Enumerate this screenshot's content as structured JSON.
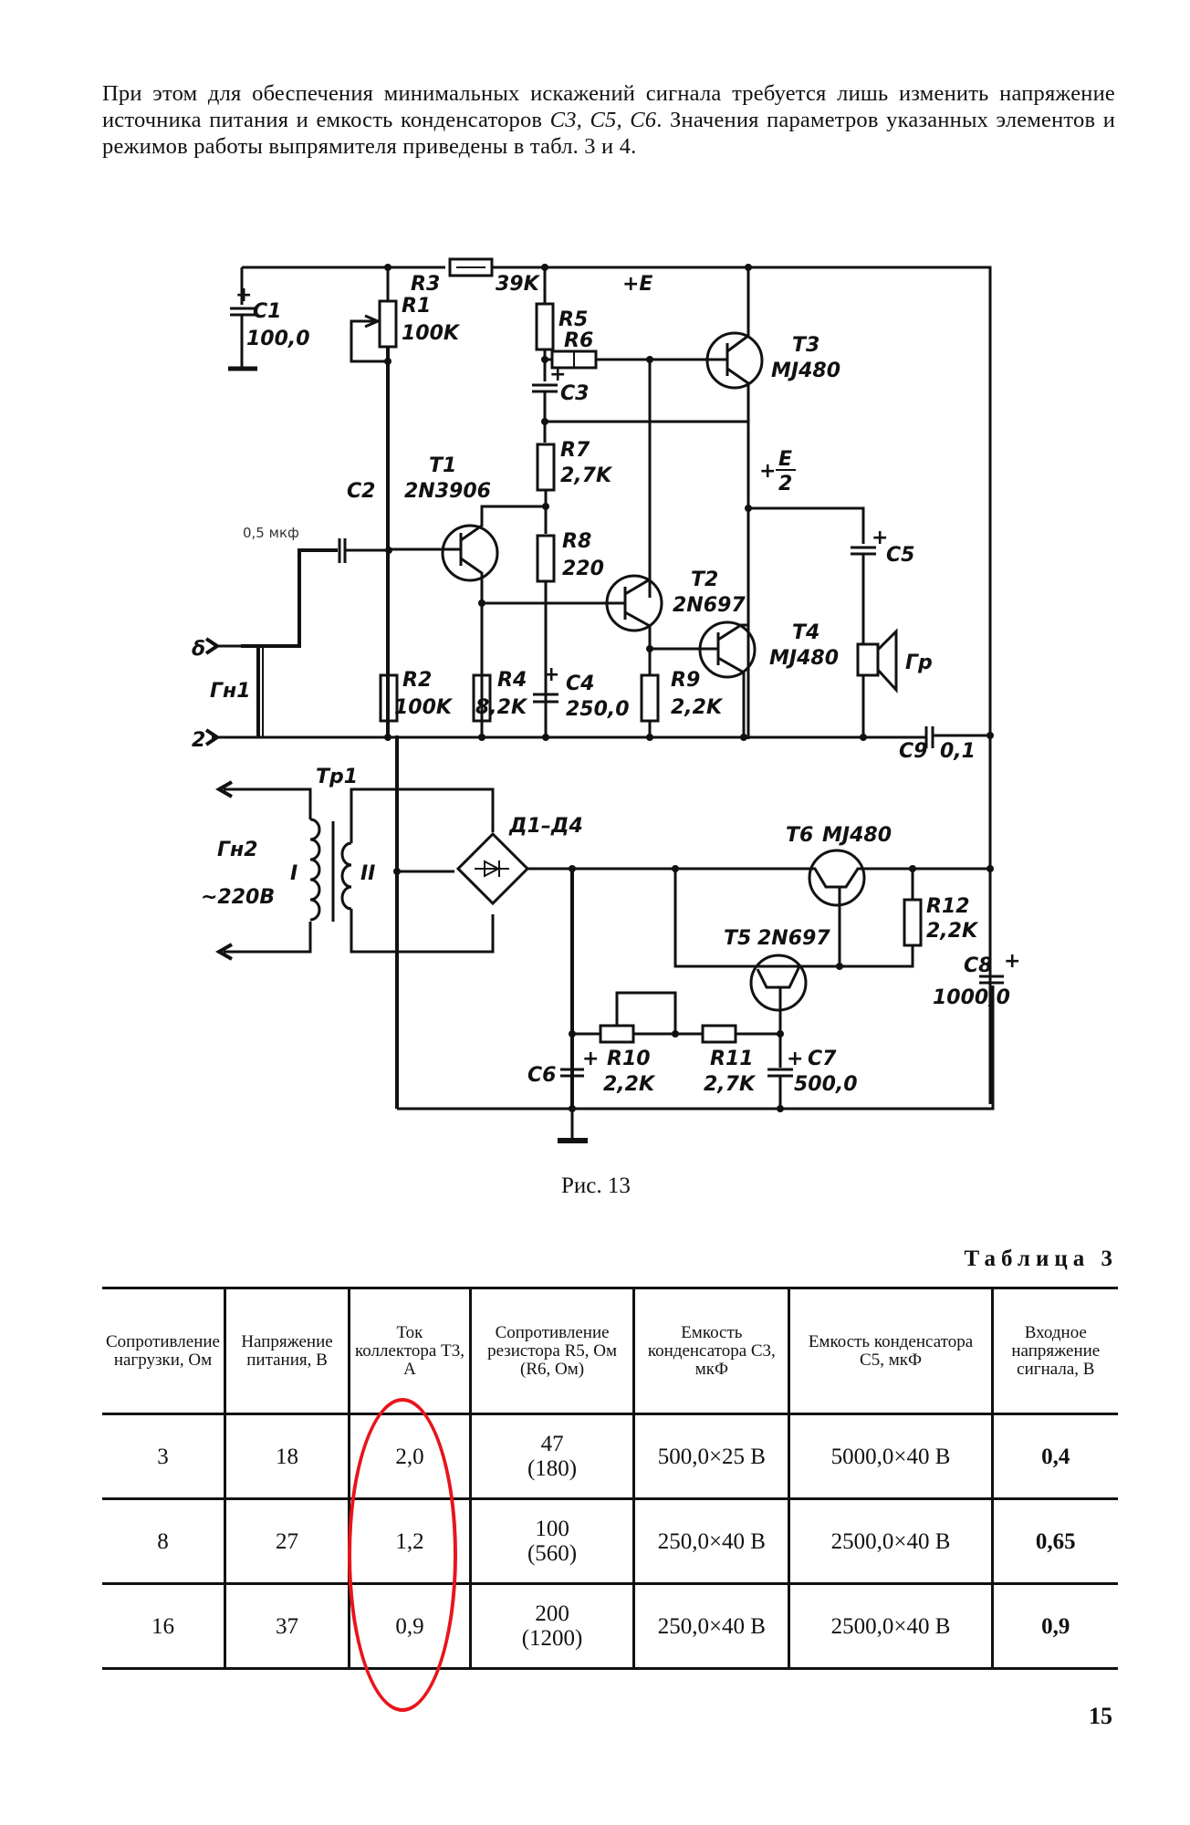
{
  "paragraph": {
    "text_before": "При этом для обеспечения минимальных искажений сигнала требуется лишь изменить напряжение источника питания и емкость конденсаторов ",
    "caps_italic": "C3, C5, C6",
    "text_after": ". Значения параметров указанных элементов и режимов работы выпрямителя приведены в табл. 3 и 4."
  },
  "schematic": {
    "labels": {
      "c1": "C1",
      "c1_val": "100,0",
      "r1": "R1",
      "r1_val": "100K",
      "r3": "R3",
      "r3_val": "39K",
      "plus_e": "+E",
      "r5": "R5",
      "r6": "R6",
      "c3": "C3",
      "t3": "T3",
      "t3_part": "MJ480",
      "r7": "R7",
      "r7_val": "2,7K",
      "t1": "T1",
      "t1_part": "2N3906",
      "c2": "C2",
      "c2_val": "0,5 мкф",
      "e_half_plus": "+",
      "e_half_num": "E",
      "e_half_den": "2",
      "r8": "R8",
      "r8_val": "220",
      "t2": "T2",
      "t2_part": "2N697",
      "c5": "C5",
      "t4": "T4",
      "t4_part": "MJ480",
      "speaker": "Гр",
      "input_term_1": "δ",
      "input_term_2": "2",
      "gn1": "Гн1",
      "r2": "R2",
      "r2_val": "100K",
      "r4": "R4",
      "r4_val": "8,2K",
      "c4": "C4",
      "c4_val": "250,0",
      "r9": "R9",
      "r9_val": "2,2K",
      "c9": "C9",
      "c9_val": "0,1",
      "tr1": "Тр1",
      "gn2": "Гн2",
      "mains": "~220В",
      "winding_1": "I",
      "winding_2": "II",
      "bridge": "Д1–Д4",
      "t6": "T6",
      "t6_part": "MJ480",
      "r12": "R12",
      "r12_val": "2,2K",
      "t5": "T5",
      "t5_part": "2N697",
      "c8": "C8",
      "c8_val": "1000,0",
      "c6": "C6",
      "r10": "R10",
      "r10_val": "2,2K",
      "r11": "R11",
      "r11_val": "2,7K",
      "c7": "C7",
      "c7_val": "500,0"
    },
    "caption": "Рис. 13"
  },
  "table": {
    "title": "Таблица 3",
    "headers": [
      "Сопротивление нагрузки, Ом",
      "Напряжение питания, В",
      "Ток коллектора T3, A",
      "Сопротивление резистора R5, Ом (R6, Ом)",
      "Емкость конденсатора C3, мкФ",
      "Емкость конденсатора C5, мкФ",
      "Входное напряжение сигнала, В"
    ],
    "rows": [
      {
        "load": "3",
        "voltage": "18",
        "current": "2,0",
        "r5": "47",
        "r6": "(180)",
        "c3": "500,0×25 В",
        "c5": "5000,0×40 В",
        "input": "0,4"
      },
      {
        "load": "8",
        "voltage": "27",
        "current": "1,2",
        "r5": "100",
        "r6": "(560)",
        "c3": "250,0×40 В",
        "c5": "2500,0×40 В",
        "input": "0,65"
      },
      {
        "load": "16",
        "voltage": "37",
        "current": "0,9",
        "r5": "200",
        "r6": "(1200)",
        "c3": "250,0×40 В",
        "c5": "2500,0×40 В",
        "input": "0,9"
      }
    ],
    "highlight": {
      "column": "Ток коллектора T3, A",
      "color": "#e8141b"
    }
  },
  "page_number": "15"
}
